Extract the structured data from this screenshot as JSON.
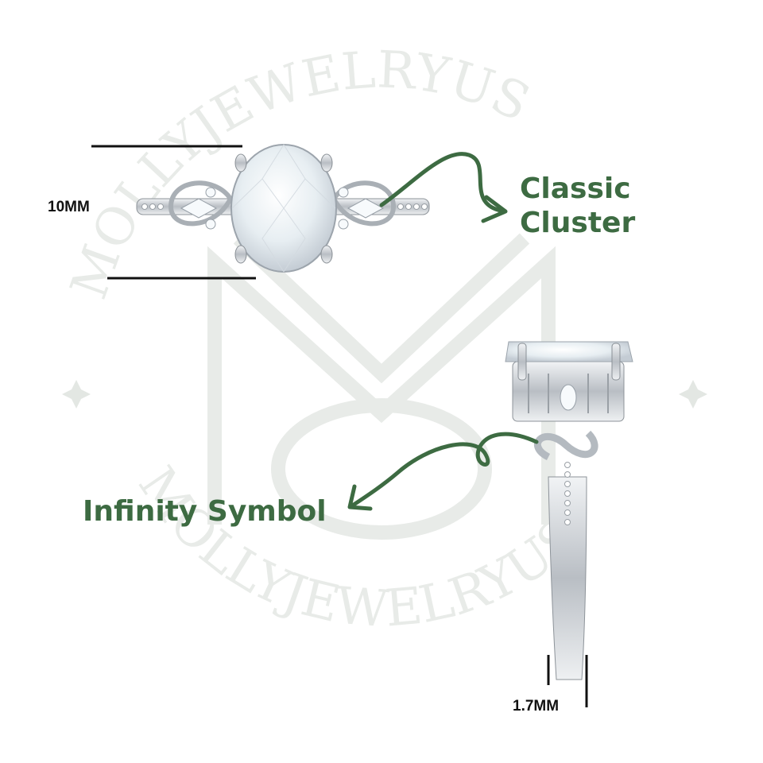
{
  "watermark": {
    "top_arc": "MOLLYJEWELRYUS",
    "bottom_arc": "MOLLYJEWELRYUS",
    "monogram": "M"
  },
  "labels": {
    "width_top": "10MM",
    "band_width": "1.7MM",
    "feature_1_line1": "Classic",
    "feature_1_line2": "Cluster",
    "feature_2": "Infinity Symbol"
  },
  "colors": {
    "accent": "#3d6b42",
    "dimension_lines": "#111111",
    "watermark": "#e8ebe8",
    "metal": "#c8ccd0"
  },
  "icons": [
    "curly-arrow-right",
    "curly-arrow-left",
    "star-glyph"
  ]
}
